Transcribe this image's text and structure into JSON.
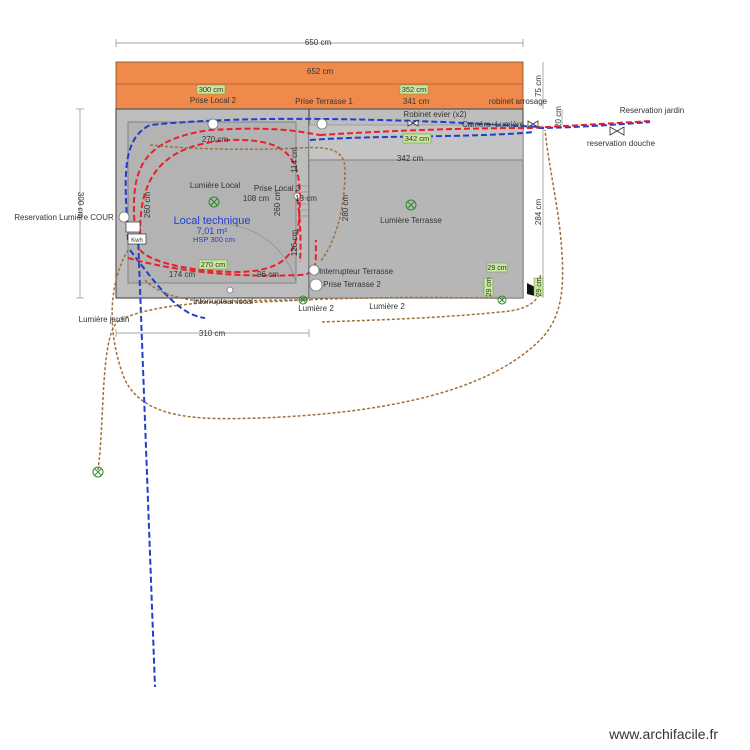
{
  "room": {
    "name": "Local technique",
    "area": "7,01 m²",
    "height": "HSP 300 cm"
  },
  "dimensions": {
    "total_width": "650 cm",
    "roof_width": "652 cm",
    "local_top": "300 cm",
    "terrace_top": "352 cm",
    "terrace_inner_top": "341 cm",
    "terrace_inner": "342 cm",
    "terrace_inner_green": "342 cm",
    "local_inner_top": "270 cm",
    "local_inner_bottom": "270 cm",
    "left_height": "300 cm",
    "local_inner_height": "260 cm",
    "bottom_width": "310 cm",
    "right_75": "75 cm",
    "right_20": "20 cm",
    "right_284": "284 cm",
    "center_114": "114 cm",
    "center_260": "260 cm",
    "center_280": "280 cm",
    "center_126": "126 cm",
    "d108": "108 cm",
    "d13": "13 cm",
    "d174": "174 cm",
    "d96": "96 cm",
    "d29a": "29 cm",
    "d29b": "29 cm",
    "d29c": "29 cm"
  },
  "labels": {
    "prise_local_2": "Prise Local 2",
    "prise_terrasse_1": "Prise Terrasse 1",
    "robinet_arrosage": "robinet arrosage",
    "robinet_evier": "Robinet evier (x2)",
    "camera_lumiere": "Caméra+Lumière",
    "reservation_jardin": "Reservation jardin",
    "reservation_douche": "reservation douche",
    "reservation_lumiere_cour": "Reservation Lumière COUR",
    "lumiere_local": "Lumière Local",
    "prise_local_3": "Prise Local 3",
    "lumiere_terrasse": "Lumière Terrasse",
    "interrupteur_terrasse": "Interrupteur Terrasse",
    "prise_terrasse_2": "Prise Terrasse 2",
    "interrupteur_local": "Interrupteur local",
    "lumiere_2_a": "Lumière 2",
    "lumiere_2_b": "Lumière 2",
    "lumiere_jardin": "Lumière jardin",
    "kwh": "Kwh"
  },
  "colors": {
    "roof": "#F08A4B",
    "room_fill": "#B9B9B9",
    "wall": "#555555",
    "red_wire": "#E8202A",
    "blue_wire": "#1F3FCB",
    "brown_wire": "#A0703A",
    "title_blue": "#1E3FD0",
    "light_green": "#2E8B2E",
    "dim_label_bg": "#C8E6A0"
  },
  "watermark": "www.archifacile.fr"
}
